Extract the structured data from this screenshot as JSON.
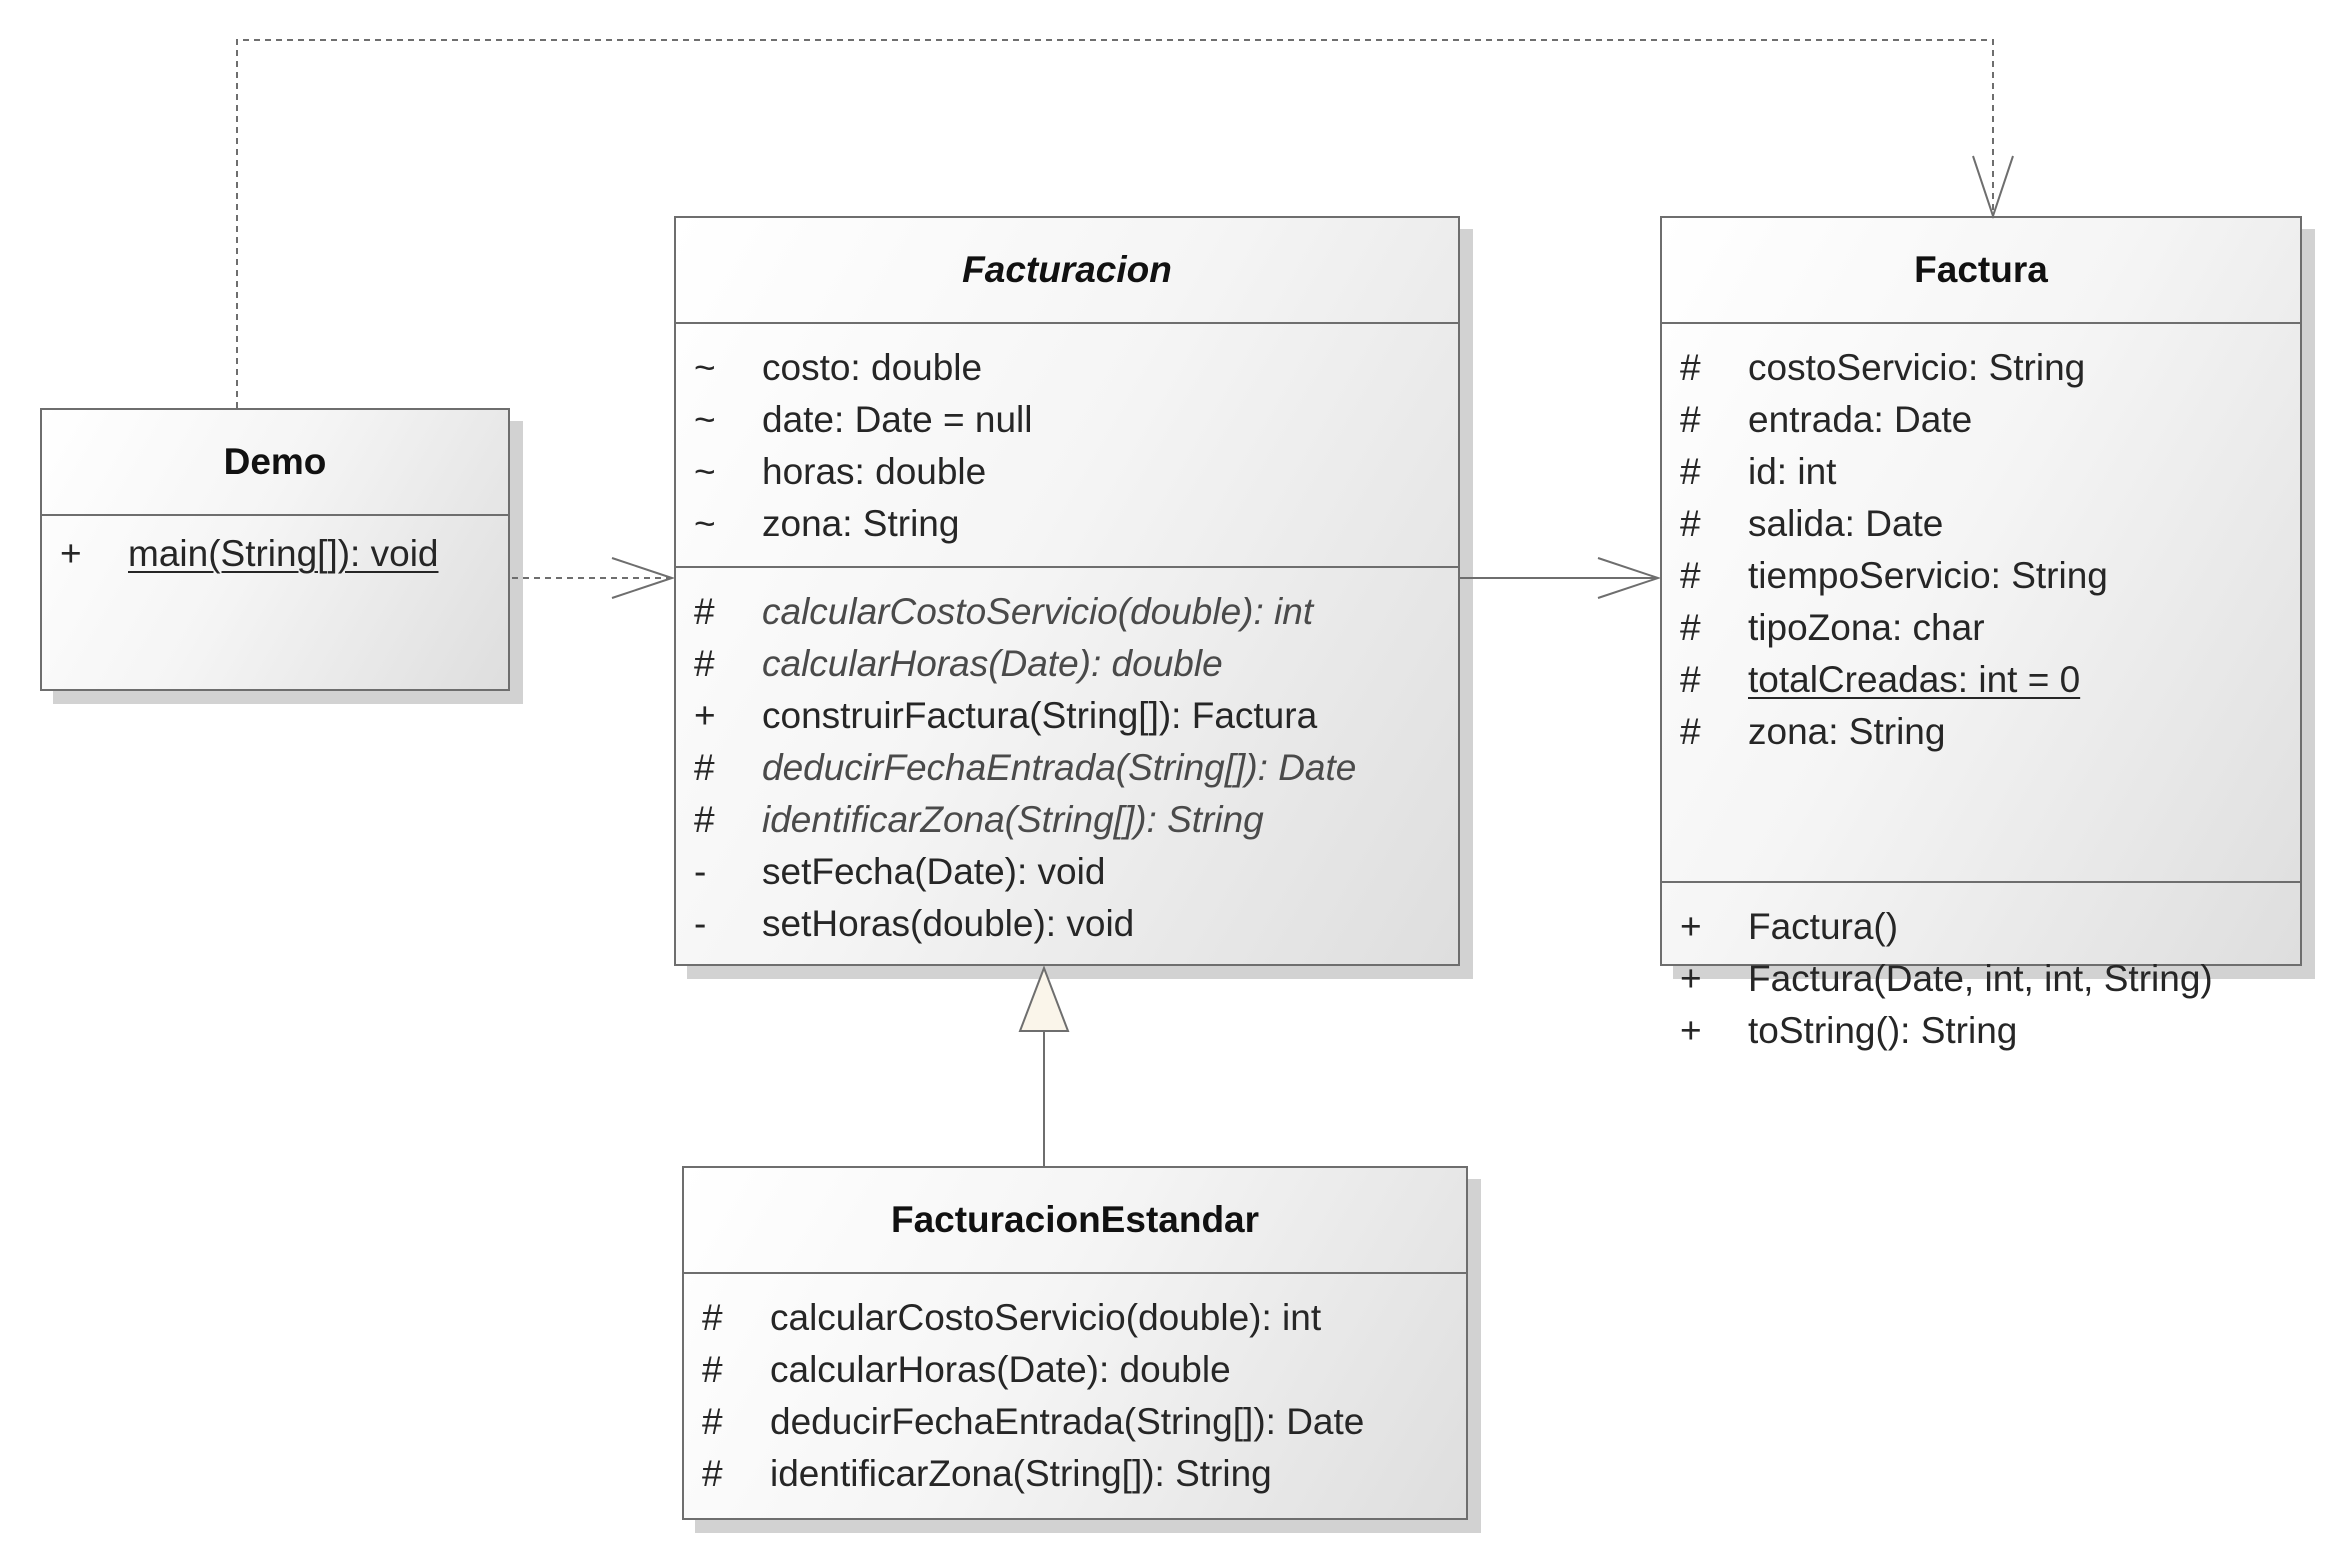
{
  "diagram": {
    "classes": {
      "demo": {
        "name": "Demo",
        "operations": [
          {
            "visibility": "+",
            "signature": "main(String[]): void",
            "static": true
          }
        ]
      },
      "facturacion": {
        "name": "Facturacion",
        "abstract": true,
        "attributes": [
          {
            "visibility": "~",
            "signature": "costo: double"
          },
          {
            "visibility": "~",
            "signature": "date: Date = null"
          },
          {
            "visibility": "~",
            "signature": "horas: double"
          },
          {
            "visibility": "~",
            "signature": "zona: String"
          }
        ],
        "operations": [
          {
            "visibility": "#",
            "signature": "calcularCostoServicio(double): int",
            "abstract": true
          },
          {
            "visibility": "#",
            "signature": "calcularHoras(Date): double",
            "abstract": true
          },
          {
            "visibility": "+",
            "signature": "construirFactura(String[]): Factura"
          },
          {
            "visibility": "#",
            "signature": "deducirFechaEntrada(String[]): Date",
            "abstract": true
          },
          {
            "visibility": "#",
            "signature": "identificarZona(String[]): String",
            "abstract": true
          },
          {
            "visibility": "-",
            "signature": "setFecha(Date): void"
          },
          {
            "visibility": "-",
            "signature": "setHoras(double): void"
          }
        ]
      },
      "factura": {
        "name": "Factura",
        "attributes": [
          {
            "visibility": "#",
            "signature": "costoServicio: String"
          },
          {
            "visibility": "#",
            "signature": "entrada: Date"
          },
          {
            "visibility": "#",
            "signature": "id: int"
          },
          {
            "visibility": "#",
            "signature": "salida: Date"
          },
          {
            "visibility": "#",
            "signature": "tiempoServicio: String"
          },
          {
            "visibility": "#",
            "signature": "tipoZona: char"
          },
          {
            "visibility": "#",
            "signature": "totalCreadas: int = 0",
            "static": true
          },
          {
            "visibility": "#",
            "signature": "zona: String"
          }
        ],
        "operations": [
          {
            "visibility": "+",
            "signature": "Factura()"
          },
          {
            "visibility": "+",
            "signature": "Factura(Date, int, int, String)"
          },
          {
            "visibility": "+",
            "signature": "toString(): String"
          }
        ]
      },
      "facturacion_estandar": {
        "name": "FacturacionEstandar",
        "operations": [
          {
            "visibility": "#",
            "signature": "calcularCostoServicio(double): int"
          },
          {
            "visibility": "#",
            "signature": "calcularHoras(Date): double"
          },
          {
            "visibility": "#",
            "signature": "deducirFechaEntrada(String[]): Date"
          },
          {
            "visibility": "#",
            "signature": "identificarZona(String[]): String"
          }
        ]
      }
    },
    "relationships": [
      {
        "type": "dependency",
        "from": "Demo",
        "to": "Facturacion"
      },
      {
        "type": "dependency",
        "from": "Demo",
        "to": "Factura"
      },
      {
        "type": "association",
        "from": "Facturacion",
        "to": "Factura"
      },
      {
        "type": "generalization",
        "from": "FacturacionEstandar",
        "to": "Facturacion"
      }
    ],
    "colors": {
      "border": "#6e6e6e",
      "text": "#262626",
      "shadow": "#d2d2d2",
      "generalization_fill": "#faf5ea"
    }
  }
}
